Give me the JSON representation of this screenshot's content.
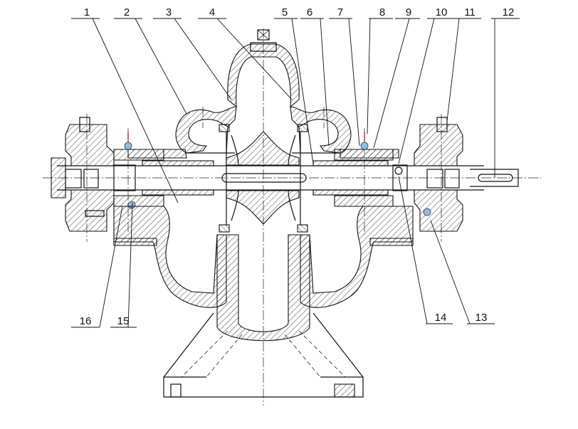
{
  "drawing": {
    "callouts": [
      {
        "id": "1",
        "label": "1"
      },
      {
        "id": "2",
        "label": "2"
      },
      {
        "id": "3",
        "label": "3"
      },
      {
        "id": "4",
        "label": "4"
      },
      {
        "id": "5",
        "label": "5"
      },
      {
        "id": "6",
        "label": "6"
      },
      {
        "id": "7",
        "label": "7"
      },
      {
        "id": "8",
        "label": "8"
      },
      {
        "id": "9",
        "label": "9"
      },
      {
        "id": "10",
        "label": "10"
      },
      {
        "id": "11",
        "label": "11"
      },
      {
        "id": "12",
        "label": "12"
      },
      {
        "id": "13",
        "label": "13"
      },
      {
        "id": "14",
        "label": "14"
      },
      {
        "id": "15",
        "label": "15"
      },
      {
        "id": "16",
        "label": "16"
      }
    ],
    "colors": {
      "line": "#111111",
      "background": "#ffffff",
      "accent_red": "#cc0000",
      "accent_blue": "#99bbdd"
    }
  }
}
